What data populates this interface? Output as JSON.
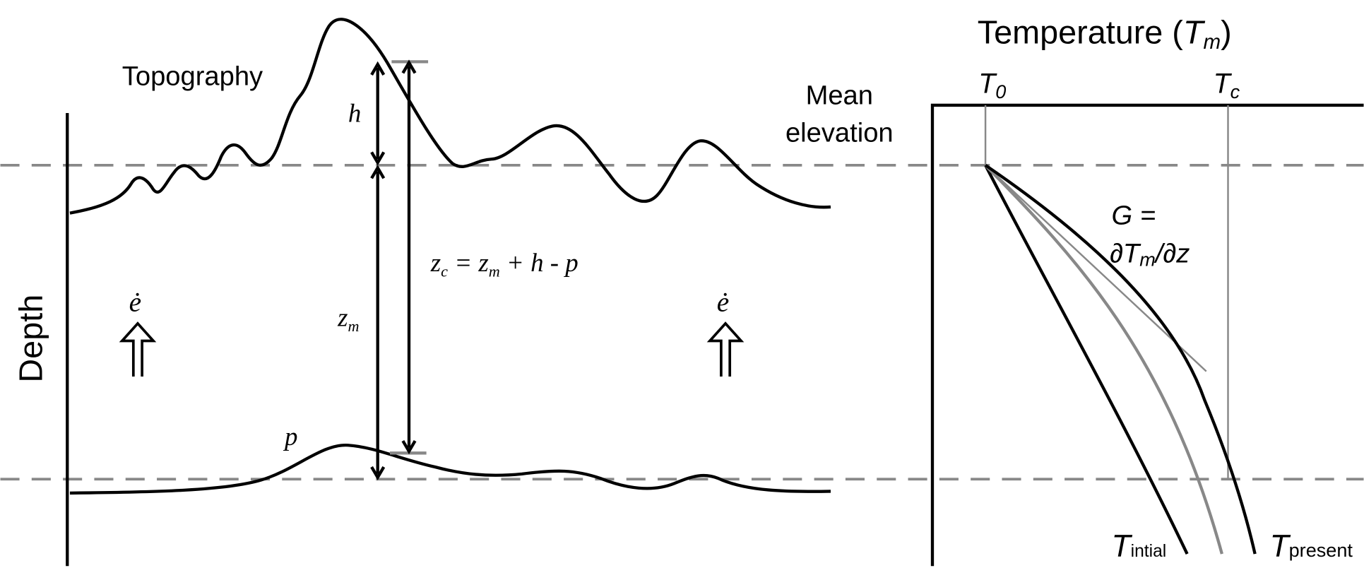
{
  "left_panel": {
    "topography_label": "Topography",
    "depth_label": "Depth",
    "h_label": "h",
    "zm_label": "z",
    "zm_sub": "m",
    "p_label": "p",
    "erosion_label": "ė",
    "equation": {
      "zc": "z",
      "zc_sub": "c",
      "eq": " = ",
      "zm": "z",
      "zm_sub": "m",
      "rest": " + h - p"
    },
    "mean_elevation_line1": "Mean",
    "mean_elevation_line2": "elevation"
  },
  "right_panel": {
    "title": "Temperature (",
    "title_var": "T",
    "title_sub": "m",
    "title_close": ")",
    "t0": "T",
    "t0_sub": "0",
    "tc": "T",
    "tc_sub": "c",
    "gradient_line1": "G =",
    "gradient_line2": "∂T",
    "gradient_sub": "m",
    "gradient_rest": "/∂z",
    "t_initial": "T",
    "t_initial_sub": "intial",
    "t_present": "T",
    "t_present_sub": "present"
  },
  "colors": {
    "line": "#000000",
    "gray": "#888888"
  }
}
